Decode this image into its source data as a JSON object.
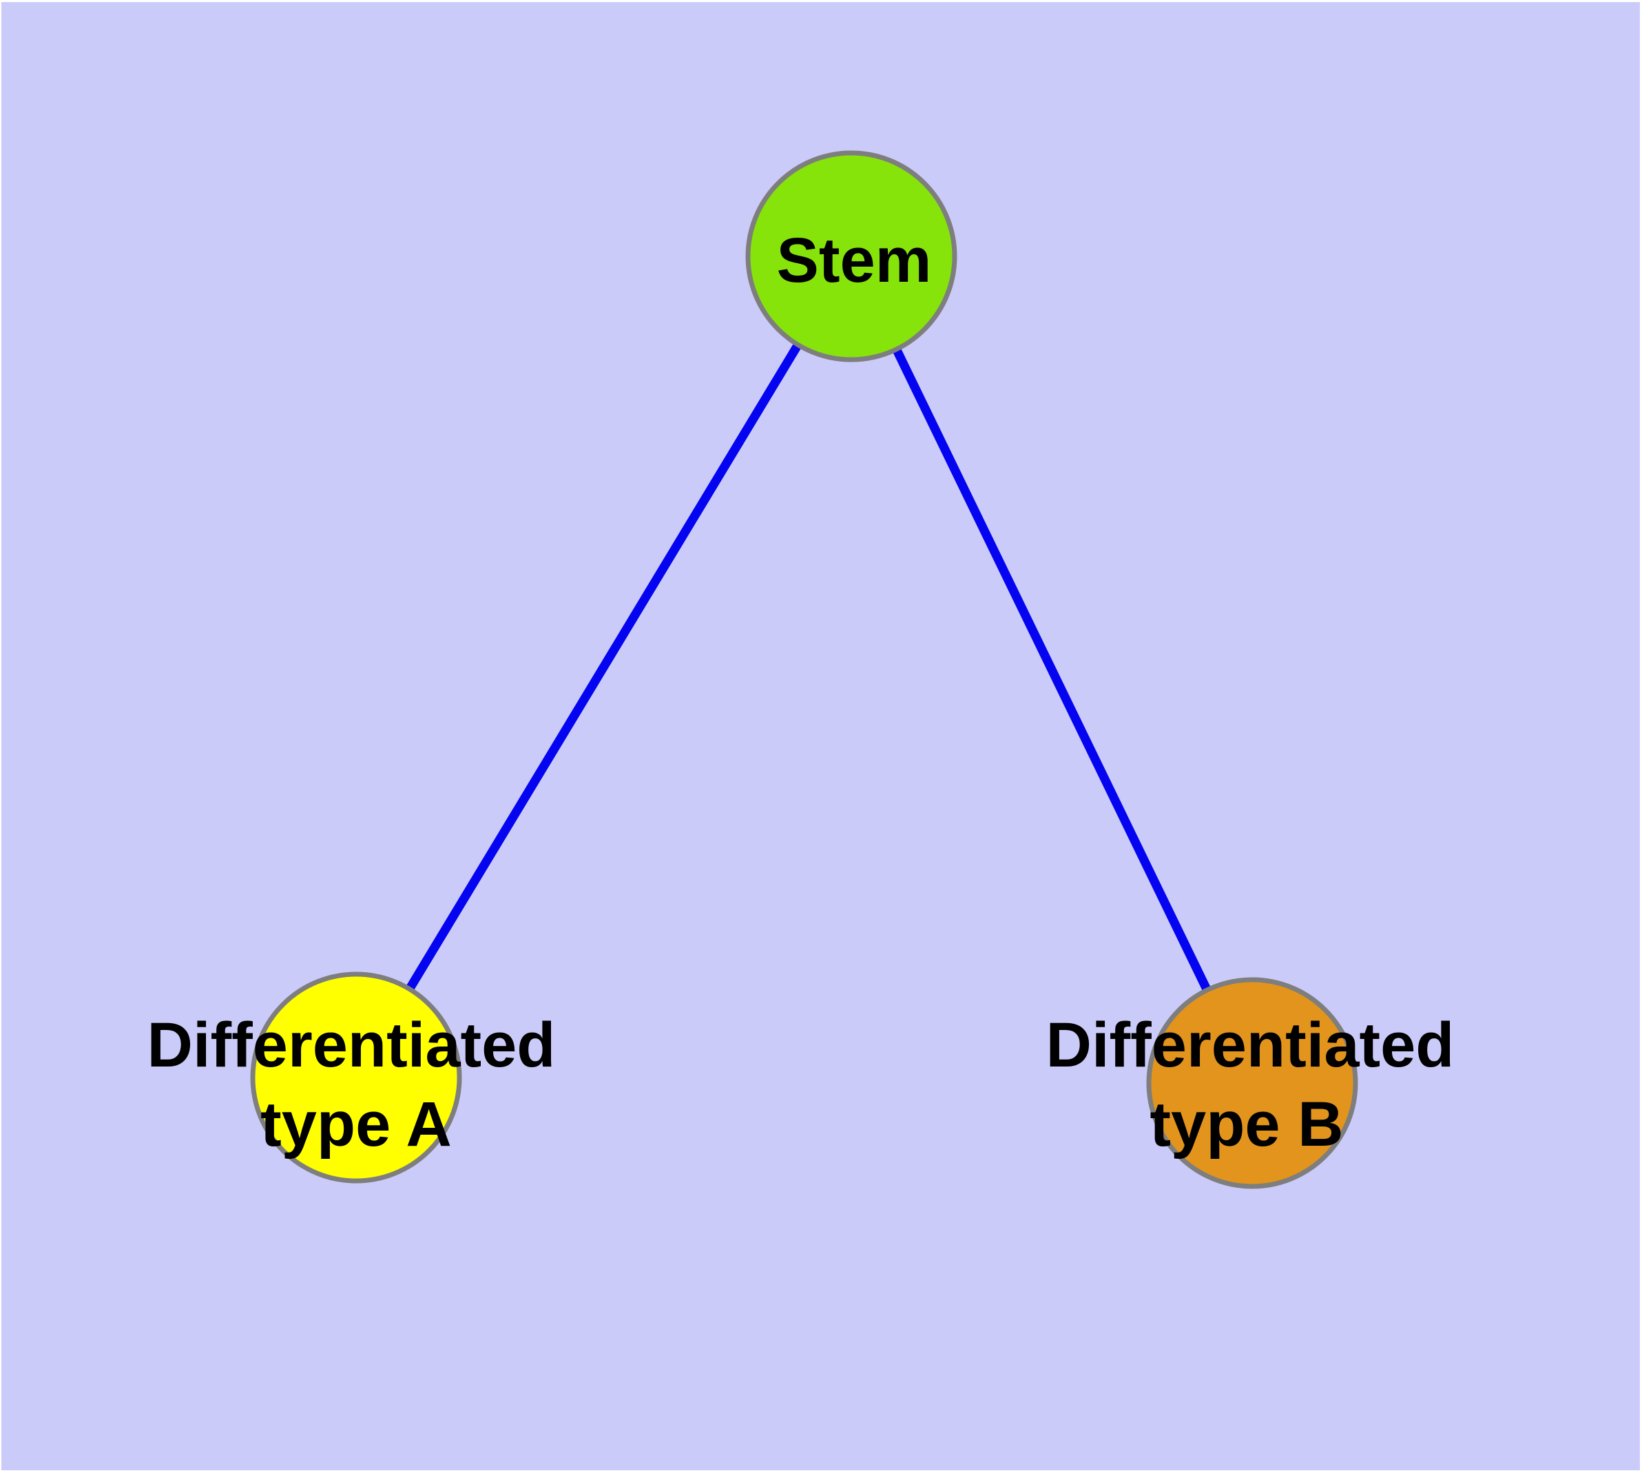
{
  "diagram": {
    "type": "graph",
    "description": "Stem cell differentiation tree: one stem node connected to two differentiated cell type nodes",
    "background_color": "#CBCBFA",
    "page_margin_color": "#FFFFFF",
    "edge_color": "#0404F0",
    "node_border_color": "#7E7E7E",
    "label_color": "#000000",
    "nodes": [
      {
        "id": "stem",
        "label_line1": "Stem",
        "label_line2": "",
        "fill": "#86E40B"
      },
      {
        "id": "differentiated-type-a",
        "label_line1": "Differentiated",
        "label_line2": "type A",
        "fill": "#FFFF00"
      },
      {
        "id": "differentiated-type-b",
        "label_line1": "Differentiated",
        "label_line2": "type B",
        "fill": "#E2941C"
      }
    ],
    "edges": [
      {
        "from": "Stem",
        "to": "Differentiated type A"
      },
      {
        "from": "Stem",
        "to": "Differentiated type B"
      }
    ]
  }
}
